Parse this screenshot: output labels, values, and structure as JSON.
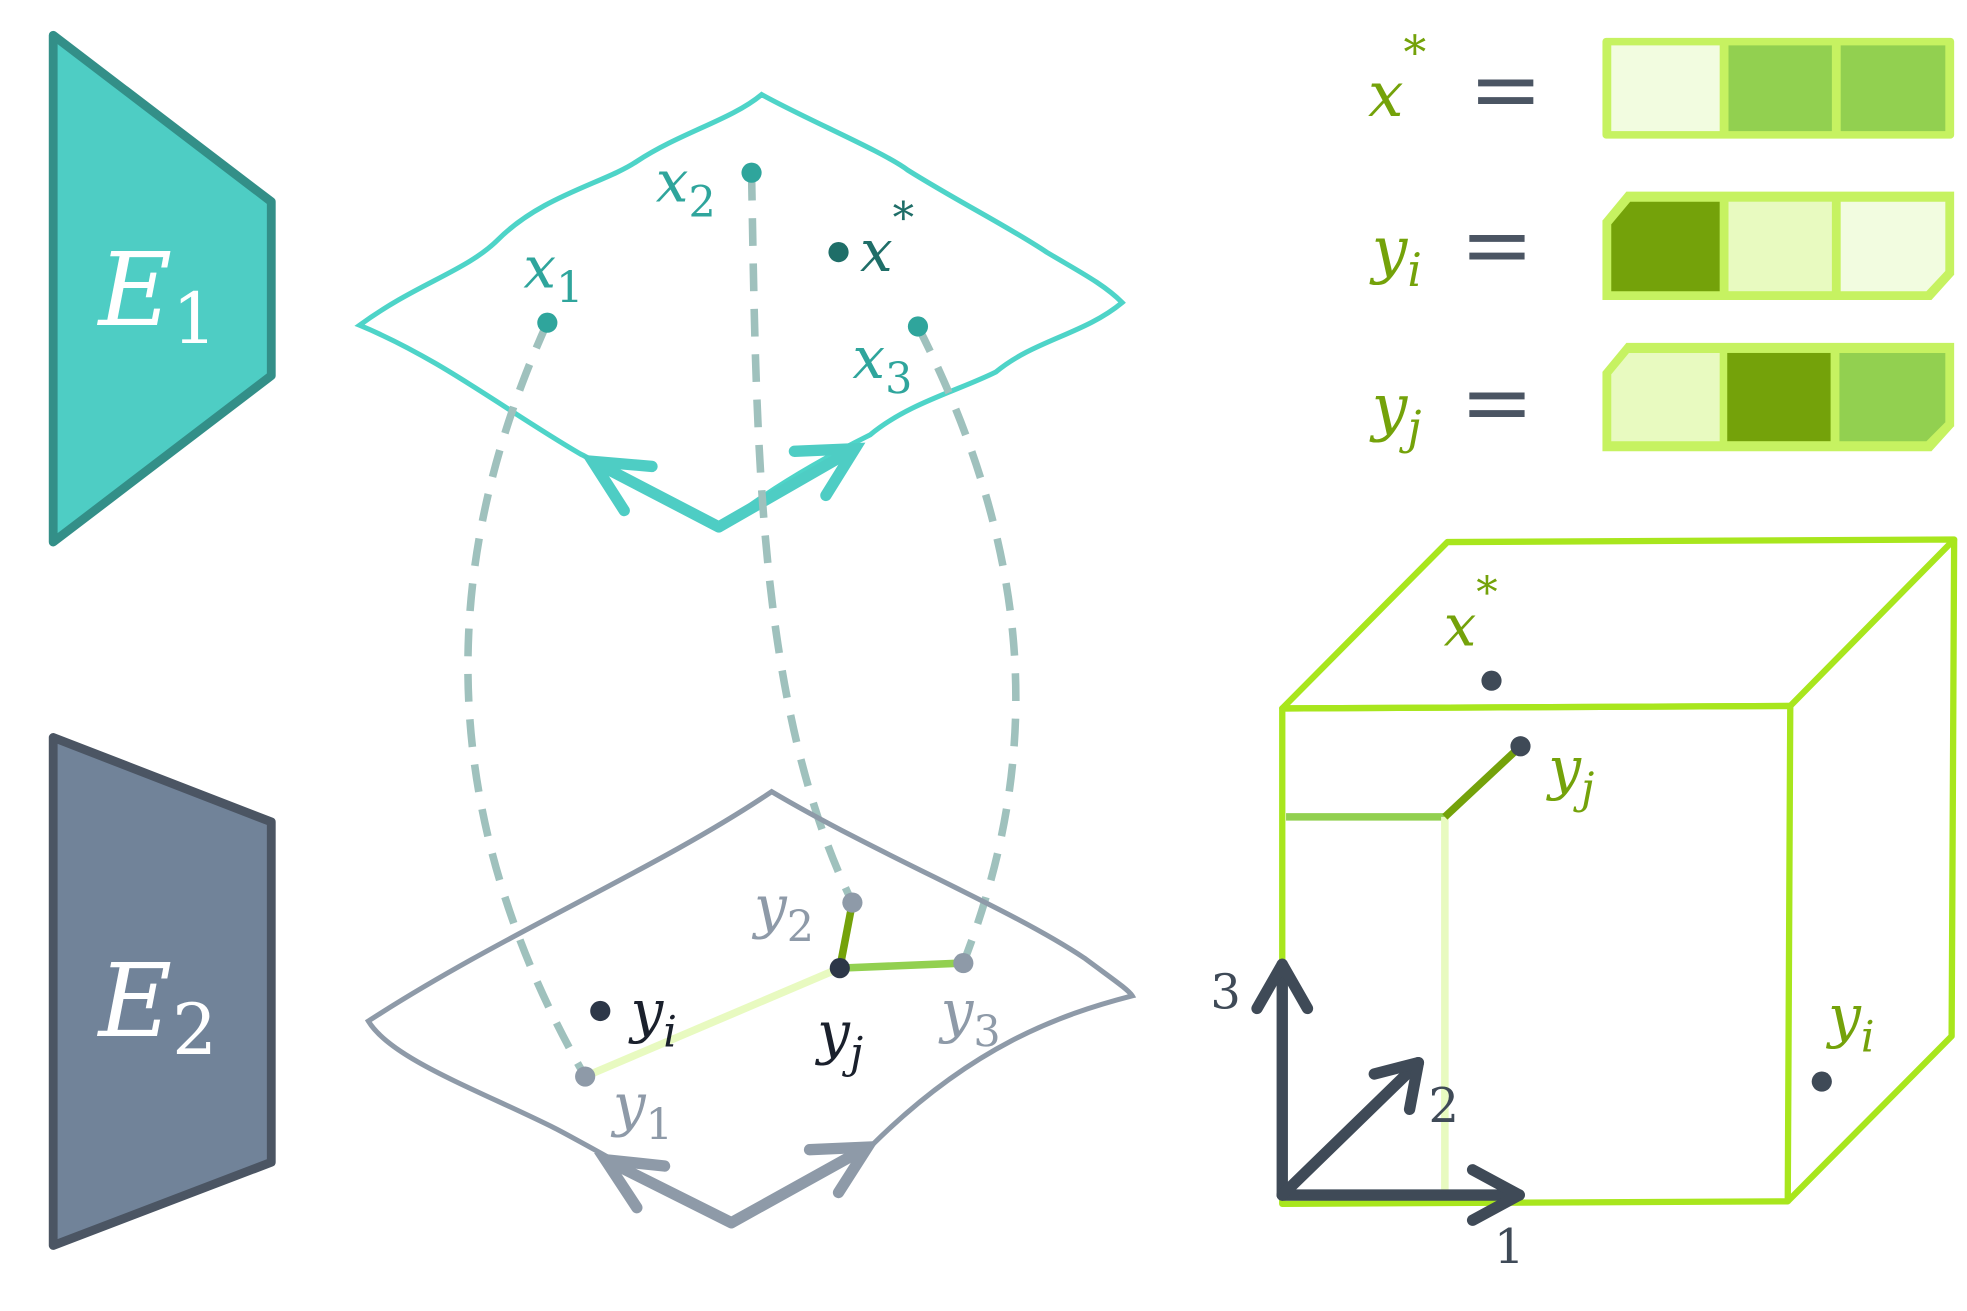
{
  "encoders": {
    "e1": {
      "label": "E",
      "sub": "1",
      "color": "#4ecdc4",
      "stroke": "#338f88"
    },
    "e2": {
      "label": "E",
      "sub": "2",
      "color": "#718399",
      "stroke": "#4b5563"
    }
  },
  "top_plane": {
    "x1": {
      "base": "x",
      "sub": "1"
    },
    "x2": {
      "base": "x",
      "sub": "2"
    },
    "x3": {
      "base": "x",
      "sub": "3"
    },
    "xstar": {
      "base": "x",
      "sup": "*"
    }
  },
  "bottom_plane": {
    "y1": {
      "base": "y",
      "sub": "1"
    },
    "y2": {
      "base": "y",
      "sub": "2"
    },
    "y3": {
      "base": "y",
      "sub": "3"
    },
    "yi": {
      "base": "y",
      "sub": "i"
    },
    "yj": {
      "base": "y",
      "sub": "j"
    }
  },
  "legend": {
    "equals": "=",
    "rows": [
      {
        "base": "x",
        "sup": "*",
        "sub": "",
        "cells": [
          "#f2fce0",
          "#92d050",
          "#92d050"
        ]
      },
      {
        "base": "y",
        "sup": "",
        "sub": "i",
        "cells": [
          "#74a20a",
          "#e8fac0",
          "#f2fce0"
        ]
      },
      {
        "base": "y",
        "sup": "",
        "sub": "j",
        "cells": [
          "#e8fac0",
          "#74a20a",
          "#92d050"
        ]
      }
    ],
    "border_color": "#c6f261"
  },
  "cube": {
    "xstar": {
      "base": "x",
      "sup": "*"
    },
    "yj": {
      "base": "y",
      "sub": "j"
    },
    "yi": {
      "base": "y",
      "sub": "i"
    },
    "axes": {
      "a1": "1",
      "a2": "2",
      "a3": "3"
    },
    "color": "#a8e61d"
  }
}
